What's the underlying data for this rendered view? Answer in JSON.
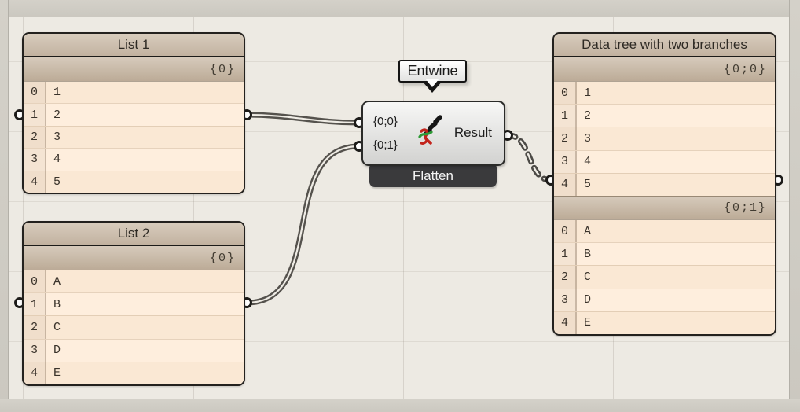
{
  "panels": [
    {
      "id": "list1",
      "title": "List 1",
      "branches": [
        {
          "path": "{0}",
          "items": [
            "1",
            "2",
            "3",
            "4",
            "5"
          ]
        }
      ]
    },
    {
      "id": "list2",
      "title": "List 2",
      "branches": [
        {
          "path": "{0}",
          "items": [
            "A",
            "B",
            "C",
            "D",
            "E"
          ]
        }
      ]
    },
    {
      "id": "tree",
      "title": "Data tree with two branches",
      "branches": [
        {
          "path": "{0;0}",
          "items": [
            "1",
            "2",
            "3",
            "4",
            "5"
          ]
        },
        {
          "path": "{0;1}",
          "items": [
            "A",
            "B",
            "C",
            "D",
            "E"
          ]
        }
      ]
    }
  ],
  "component": {
    "tooltip": "Entwine",
    "inputs": [
      "{0;0}",
      "{0;1}"
    ],
    "output": "Result",
    "tag": "Flatten",
    "icon": "entwine-icon"
  },
  "wires": [
    {
      "from": "List 1 output",
      "to": "Entwine input {0;0}",
      "style": "double-line"
    },
    {
      "from": "List 2 output",
      "to": "Entwine input {0;1}",
      "style": "double-line"
    },
    {
      "from": "Entwine Result",
      "to": "Data tree panel input",
      "style": "double-line-dashed"
    }
  ],
  "colors": {
    "canvas_bg": "#edeae3",
    "canvas_edge": "#d0cdc5",
    "panel_fill": "#fdecd9",
    "panel_header": "#c8b8a6",
    "panel_border": "#23211e",
    "component_fill": "#e4e4e2",
    "flatten_tag_bg": "#3a3a3c",
    "wire": "#55524d",
    "icon_black": "#161616",
    "icon_red": "#c3241c",
    "icon_green": "#2e9a35"
  }
}
